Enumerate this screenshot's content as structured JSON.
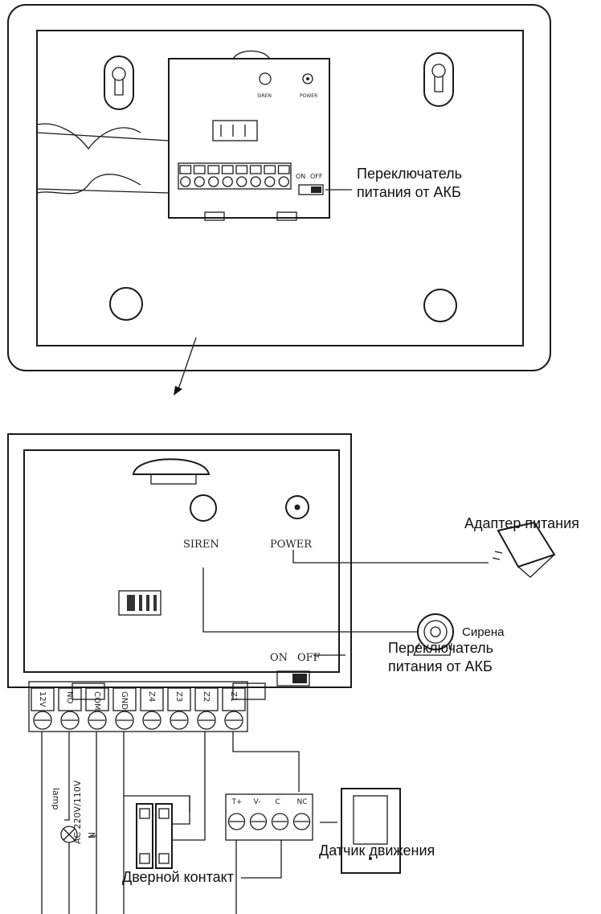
{
  "top_panel": {
    "switch_label_line1": "Переключатель",
    "switch_label_line2": "питания от АКБ",
    "switch_on": "ON",
    "switch_off": "OFF",
    "siren_mark": "SIREN",
    "power_mark": "POWER"
  },
  "bottom_panel": {
    "siren_label": "SIREN",
    "power_label": "POWER",
    "switch_on": "ON",
    "switch_off": "OFF",
    "terminals": [
      "12V",
      "NO",
      "COM",
      "GND",
      "Z4",
      "Z3",
      "Z2",
      "Z1"
    ]
  },
  "callouts": {
    "adapter": "Адаптер питания",
    "siren": "Сирена",
    "battery_switch_line1": "Переключатель",
    "battery_switch_line2": "питания от АКБ",
    "motion_sensor": "Датчик движения",
    "door_contact": "Дверной контакт"
  },
  "wiring": {
    "lamp": "lamp",
    "neutral": "N",
    "ac_supply": "AC 220V/110V",
    "sensor_terminals": [
      "T+",
      "V-",
      "C",
      "NC"
    ]
  }
}
